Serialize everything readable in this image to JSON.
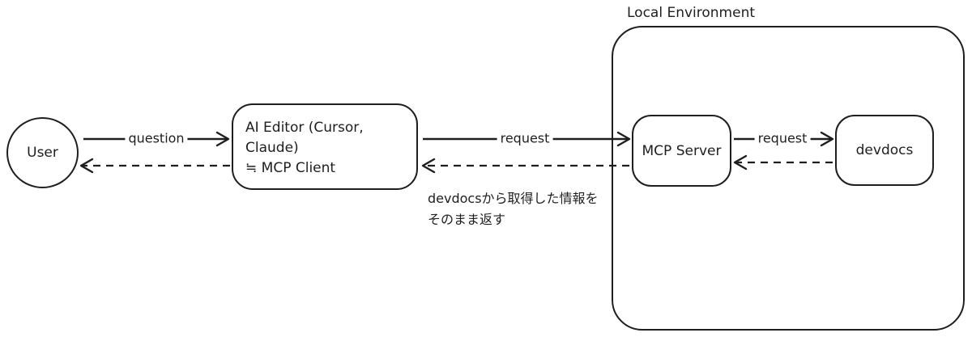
{
  "diagram": {
    "colors": {
      "stroke": "#1e1e1e",
      "background": "#ffffff"
    },
    "nodes": {
      "user": {
        "label": "User",
        "shape": "circle"
      },
      "ai_editor": {
        "line1": "AI Editor (Cursor, Claude)",
        "line2": "≒ MCP Client",
        "shape": "rounded-rectangle"
      },
      "mcp_server": {
        "label": "MCP Server",
        "shape": "rounded-rectangle"
      },
      "devdocs": {
        "label": "devdocs",
        "shape": "rounded-rectangle"
      }
    },
    "groups": {
      "local_environment": {
        "label": "Local Environment",
        "contains": [
          "MCP Server",
          "devdocs"
        ]
      }
    },
    "edges": {
      "question": {
        "label": "question",
        "from": "User",
        "to": "AI Editor",
        "style": "solid-arrow"
      },
      "user_return": {
        "label": "",
        "from": "AI Editor",
        "to": "User",
        "style": "dashed-arrow"
      },
      "request_to_mcp": {
        "label": "request",
        "from": "AI Editor",
        "to": "MCP Server",
        "style": "solid-arrow"
      },
      "mcp_return": {
        "label": "",
        "from": "MCP Server",
        "to": "AI Editor",
        "style": "dashed-arrow"
      },
      "request_to_devdocs": {
        "label": "request",
        "from": "MCP Server",
        "to": "devdocs",
        "style": "solid-arrow"
      },
      "devdocs_return": {
        "label": "",
        "from": "devdocs",
        "to": "MCP Server",
        "style": "dashed-arrow"
      }
    },
    "annotation": {
      "line1": "devdocsから取得した情報を",
      "line2": "そのまま返す"
    }
  }
}
